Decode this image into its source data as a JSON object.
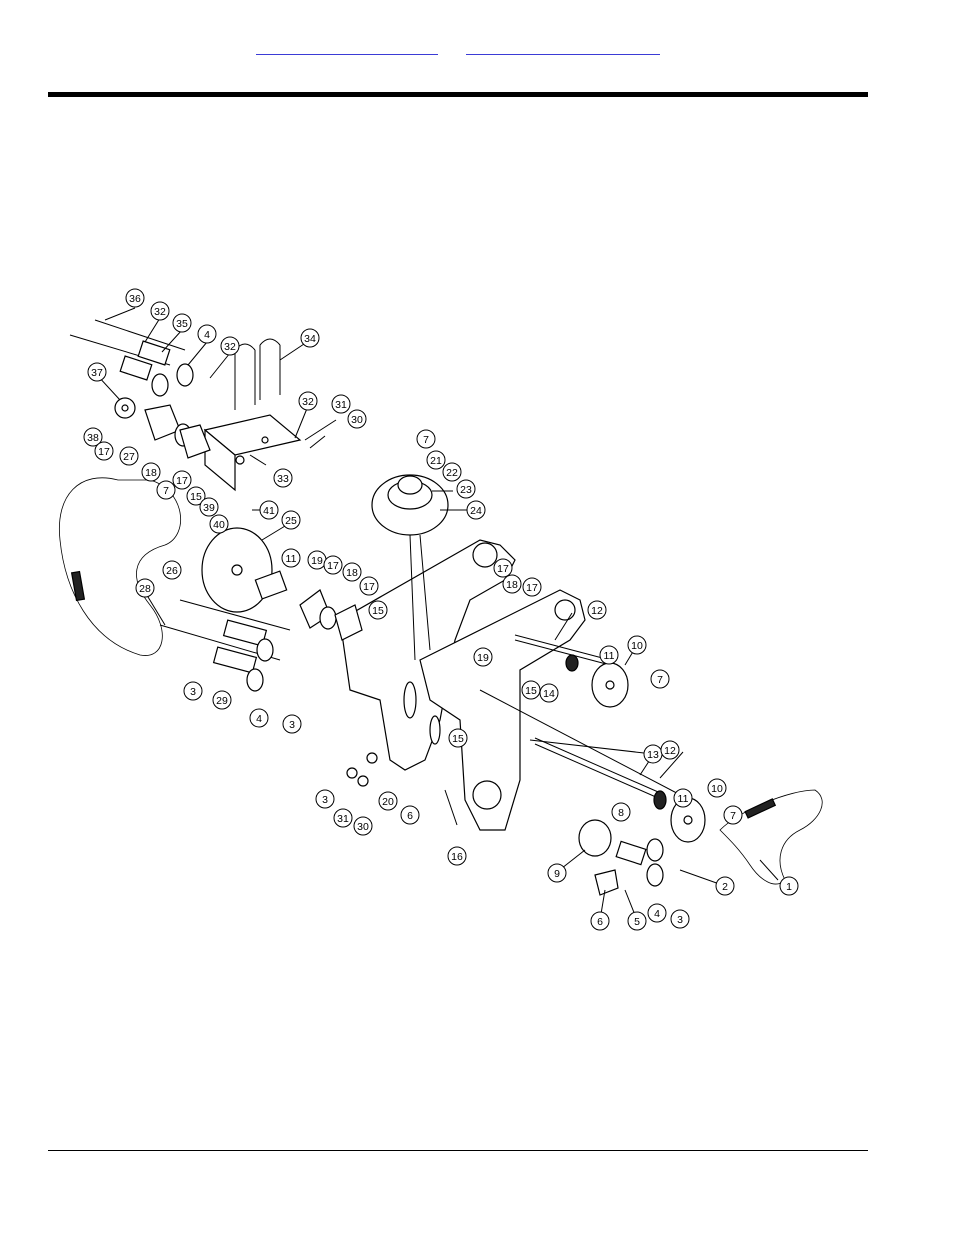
{
  "header": {
    "links": [
      {
        "label": ""
      },
      {
        "label": ""
      }
    ]
  },
  "diagram": {
    "callouts": [
      {
        "label": "36"
      },
      {
        "label": "32"
      },
      {
        "label": "35"
      },
      {
        "label": "4"
      },
      {
        "label": "32"
      },
      {
        "label": "34"
      },
      {
        "label": "37"
      },
      {
        "label": "32"
      },
      {
        "label": "31"
      },
      {
        "label": "30"
      },
      {
        "label": "38"
      },
      {
        "label": "17"
      },
      {
        "label": "18"
      },
      {
        "label": "17"
      },
      {
        "label": "33"
      },
      {
        "label": "15"
      },
      {
        "label": "39"
      },
      {
        "label": "41"
      },
      {
        "label": "40"
      },
      {
        "label": "27"
      },
      {
        "label": "7"
      },
      {
        "label": "21"
      },
      {
        "label": "22"
      },
      {
        "label": "23"
      },
      {
        "label": "24"
      },
      {
        "label": "7"
      },
      {
        "label": "26"
      },
      {
        "label": "25"
      },
      {
        "label": "11"
      },
      {
        "label": "19"
      },
      {
        "label": "17"
      },
      {
        "label": "18"
      },
      {
        "label": "17"
      },
      {
        "label": "17"
      },
      {
        "label": "18"
      },
      {
        "label": "17"
      },
      {
        "label": "28"
      },
      {
        "label": "15"
      },
      {
        "label": "19"
      },
      {
        "label": "12"
      },
      {
        "label": "11"
      },
      {
        "label": "10"
      },
      {
        "label": "3"
      },
      {
        "label": "29"
      },
      {
        "label": "4"
      },
      {
        "label": "3"
      },
      {
        "label": "15"
      },
      {
        "label": "14"
      },
      {
        "label": "7"
      },
      {
        "label": "15"
      },
      {
        "label": "13"
      },
      {
        "label": "12"
      },
      {
        "label": "11"
      },
      {
        "label": "10"
      },
      {
        "label": "3"
      },
      {
        "label": "31"
      },
      {
        "label": "30"
      },
      {
        "label": "20"
      },
      {
        "label": "6"
      },
      {
        "label": "8"
      },
      {
        "label": "7"
      },
      {
        "label": "16"
      },
      {
        "label": "9"
      },
      {
        "label": "2"
      },
      {
        "label": "1"
      },
      {
        "label": "6"
      },
      {
        "label": "5"
      },
      {
        "label": "4"
      },
      {
        "label": "3"
      }
    ]
  }
}
